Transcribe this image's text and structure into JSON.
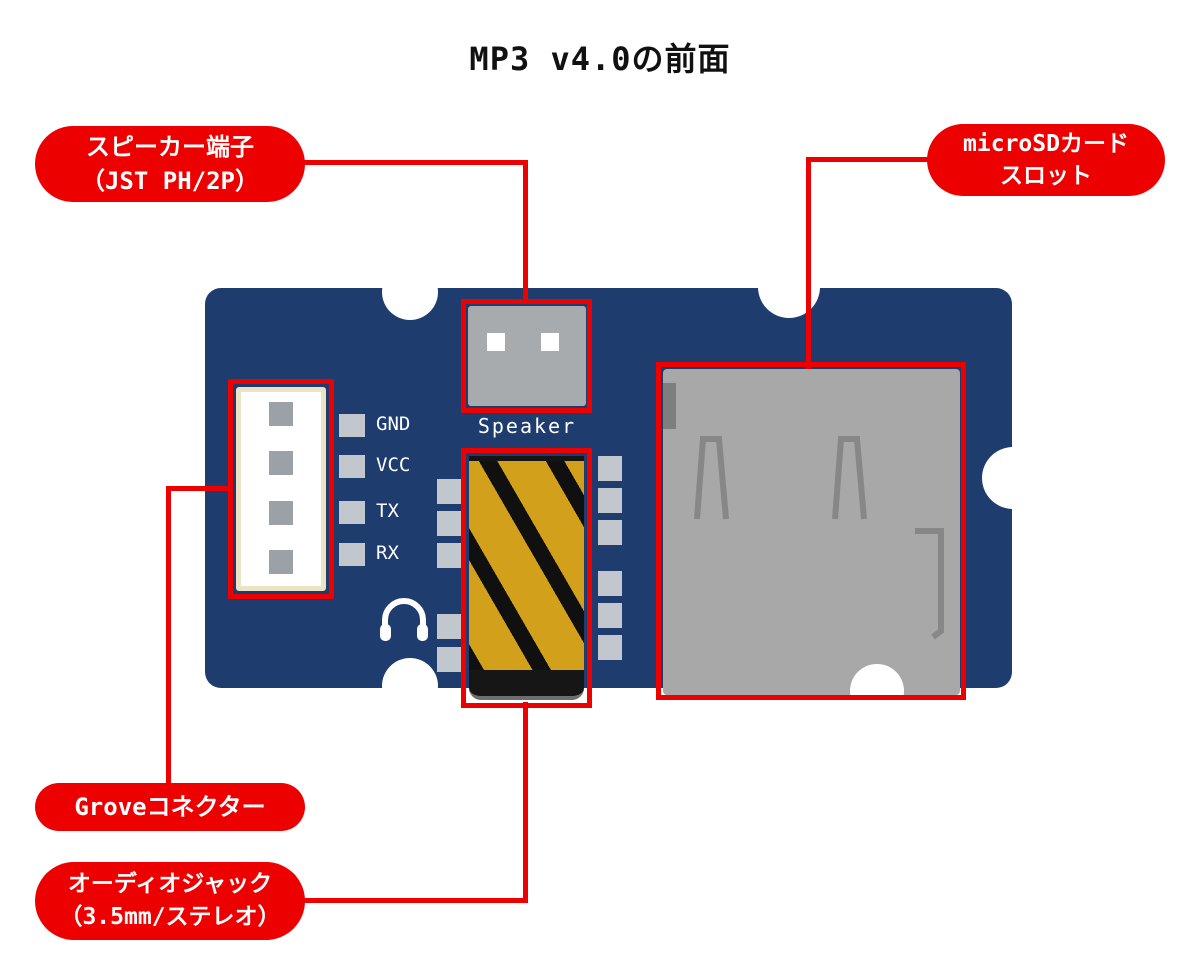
{
  "title": "MP3 v4.0の前面",
  "callouts": {
    "speaker": {
      "lines": [
        "スピーカー端子",
        "（JST PH/2P）"
      ]
    },
    "microsd": {
      "lines": [
        "microSDカード",
        "スロット"
      ]
    },
    "grove": {
      "lines": [
        "Groveコネクター"
      ]
    },
    "audio_jack": {
      "lines": [
        "オーディオジャック",
        "（3.5mm/ステレオ）"
      ]
    }
  },
  "board": {
    "speaker_label": "Speaker",
    "pin_labels": [
      "GND",
      "VCC",
      "TX",
      "RX"
    ]
  },
  "colors": {
    "callout_red": "#ed0000",
    "board_blue": "#1e3c6e",
    "connector_gray": "#a7abae",
    "pad_gray": "#c2c7cd",
    "gold": "#d2a01a",
    "sd_gray": "#a8a8a8"
  }
}
